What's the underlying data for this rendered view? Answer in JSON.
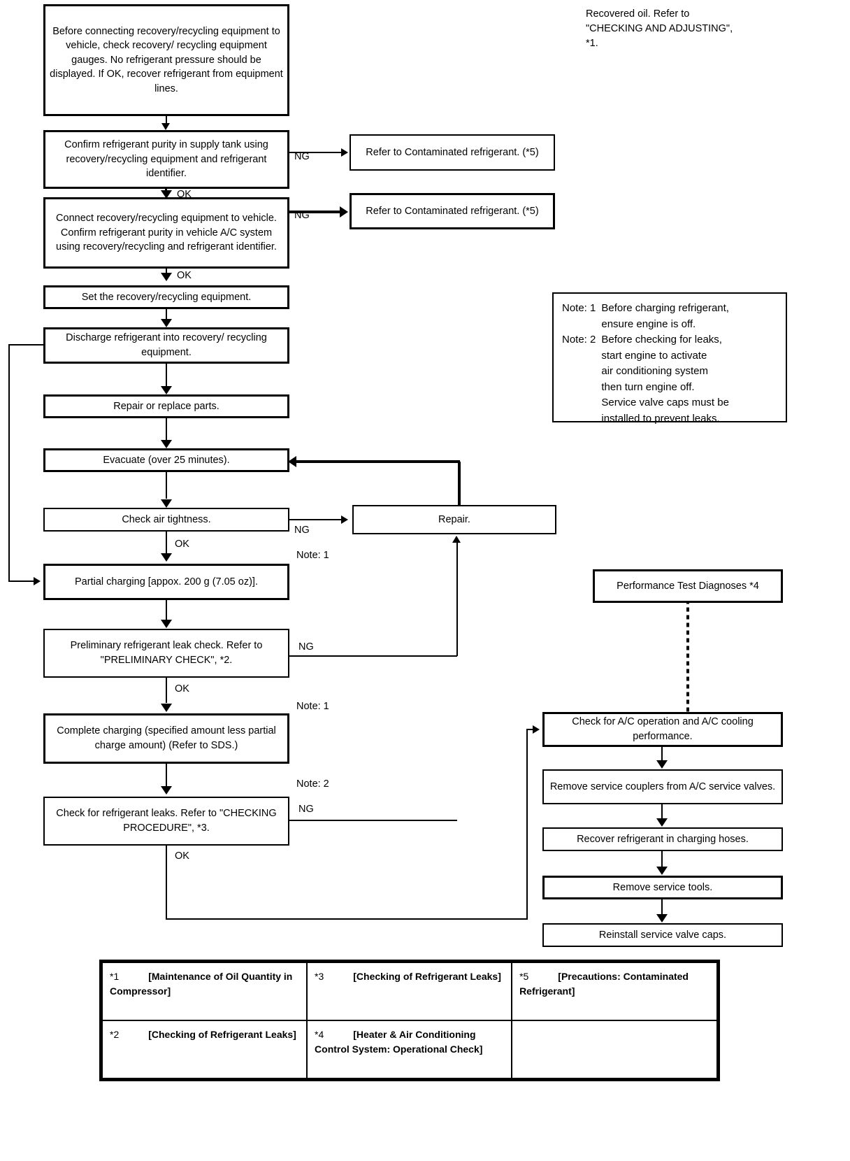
{
  "title": "A/C refrigerant recovery, evacuation and charging flowchart",
  "top_right_note": "Recovered oil. Refer to\n\"CHECKING AND ADJUSTING\",\n*1.",
  "flow": {
    "left": [
      {
        "id": "precheck",
        "text": "Before connecting recovery/recycling\nequipment to vehicle, check recovery/\nrecycling equipment gauges. No\nrefrigerant pressure should be displayed.\nIf OK, recover refrigerant from\nequipment lines."
      },
      {
        "id": "confirm-supply-tank",
        "text": "Confirm refrigerant purity in supply tank using\nrecovery/recycling equipment and\nrefrigerant identifier."
      },
      {
        "id": "connect-confirm-vehicle",
        "text": "Connect recovery/recycling equipment\nto vehicle. Confirm refrigerant purity\nin vehicle A/C system using recovery/recycling\nand refrigerant identifier."
      },
      {
        "id": "set-equipment",
        "text": "Set the recovery/recycling equipment."
      },
      {
        "id": "discharge",
        "text": "Discharge refrigerant into recovery/\nrecycling equipment."
      },
      {
        "id": "repair-replace",
        "text": "Repair or replace parts."
      },
      {
        "id": "evacuate",
        "text": "Evacuate (over 25 minutes)."
      },
      {
        "id": "check-air-tightness",
        "text": "Check air tightness."
      },
      {
        "id": "partial-charging",
        "text": "Partial charging [appox. 200 g\n(7.05 oz)]."
      },
      {
        "id": "preliminary-leak-check",
        "text": "Preliminary refrigerant leak check.\nRefer to \"PRELIMINARY CHECK\",\n*2."
      },
      {
        "id": "complete-charging",
        "text": "Complete charging (specified amount\nless partial charge amount)\n(Refer to SDS.)"
      },
      {
        "id": "check-refrigerant-leaks",
        "text": "Check for refrigerant leaks.\nRefer to \"CHECKING PROCEDURE\",\n*3."
      }
    ],
    "contaminated_1": "Refer to Contaminated\nrefrigerant. (*5)",
    "contaminated_2": "Refer to Contaminated\nrefrigerant. (*5)",
    "repair": "Repair.",
    "performance_test": "Performance Test Diagnoses\n*4",
    "right": [
      {
        "id": "check-ac-operation",
        "text": "Check for A/C operation and A/C\ncooling performance."
      },
      {
        "id": "remove-couplers",
        "text": "Remove service couplers from A/C\nservice valves."
      },
      {
        "id": "recover-in-hoses",
        "text": "Recover refrigerant in charging hoses."
      },
      {
        "id": "remove-tools",
        "text": "Remove service tools."
      },
      {
        "id": "reinstall-caps",
        "text": "Reinstall service valve caps."
      }
    ]
  },
  "edge_labels": {
    "ng_1": "NG",
    "ng_2": "NG",
    "ok_1": "OK",
    "ok_2": "OK",
    "ng_air_tightness": "NG",
    "ok_air_tightness": "OK",
    "note_1_air": "Note: 1",
    "ng_preliminary": "NG",
    "ok_preliminary": "OK",
    "note_1_complete": "Note: 1",
    "note_2_leaks": "Note: 2",
    "ng_leaks": "NG",
    "ok_leaks": "OK"
  },
  "notes": [
    {
      "key": "Note: 1",
      "body": "Before charging refrigerant,\nensure engine is off."
    },
    {
      "key": "Note: 2",
      "body": "Before checking for leaks,\nstart engine to activate\nair conditioning system\nthen turn engine off.\nService valve caps must be\ninstalled to prevent leaks."
    }
  ],
  "legend": {
    "cells": [
      {
        "star": "*1",
        "text": "[Maintenance of Oil Quantity in Compressor]"
      },
      {
        "star": "*3",
        "text": "[Checking of Refrigerant Leaks]"
      },
      {
        "star": "*5",
        "text": "[Precautions: Contaminated Refrigerant]"
      },
      {
        "star": "*2",
        "text": "[Checking of Refrigerant Leaks]"
      },
      {
        "star": "*4",
        "text": "[Heater & Air Conditioning Control System: Operational Check]"
      },
      {
        "star": "",
        "text": ""
      }
    ]
  },
  "colors": {
    "ink": "#000000",
    "paper": "#ffffff"
  }
}
